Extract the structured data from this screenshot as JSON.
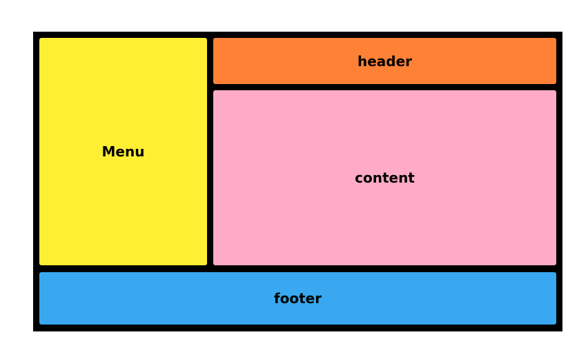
{
  "layout": {
    "menu": {
      "label": "Menu",
      "color": "#FFEF33"
    },
    "header": {
      "label": "header",
      "color": "#FF8136"
    },
    "content": {
      "label": "content",
      "color": "#FFABC7"
    },
    "footer": {
      "label": "footer",
      "color": "#39A8F0"
    },
    "frame_color": "#000000"
  }
}
